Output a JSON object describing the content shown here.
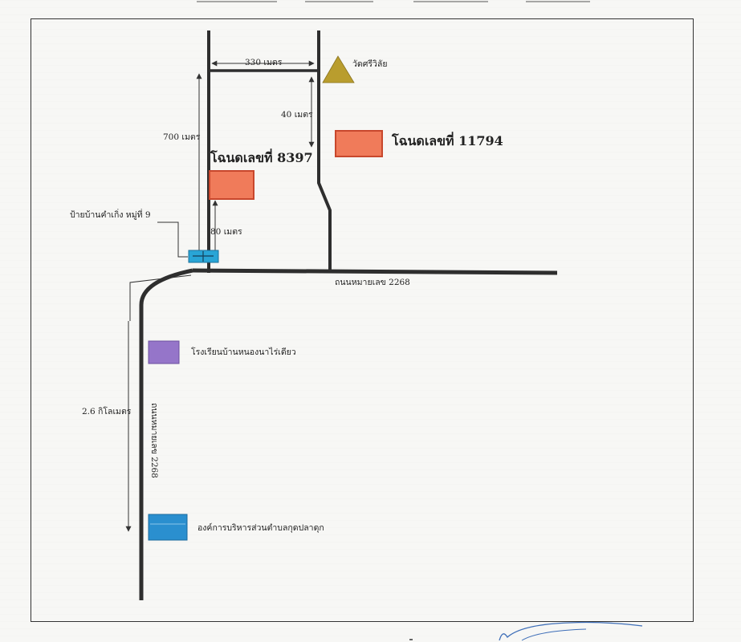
{
  "map": {
    "labels": {
      "temple": "วัดศรีวิลัย",
      "distance_330": "330 เมตร",
      "distance_40": "40 เมตร",
      "distance_700": "700 เมตร",
      "distance_80": "80 เมตร",
      "distance_2_6km": "2.6 กิโลเมตร",
      "plot_8397": "โฉนดเลขที่ 8397",
      "plot_11794": "โฉนดเลขที่ 11794",
      "village_sign": "ป้ายบ้านคำเกิ่ง หมู่ที่ 9",
      "road_horizontal": "ถนนหมายเลข 2268",
      "road_vertical": "ถนนหมายเลข 2268",
      "school": "โรงเรียนบ้านหนองนาไร่เดียว",
      "sao_office": "องค์การบริหารส่วนตำบลกุดปลาดุก"
    },
    "colors": {
      "plot": "#f07b5a",
      "plot_border": "#c8472c",
      "temple": "#b99d2e",
      "school": "#9575c9",
      "office": "#2a8fcf",
      "sign": "#29a5d6",
      "road": "#2e2e2e",
      "signature": "#3f6fb8"
    },
    "icons": {
      "temple": "triangle-temple-icon",
      "school": "purple-square-icon",
      "office": "blue-square-icon",
      "sign": "village-sign-icon"
    }
  }
}
